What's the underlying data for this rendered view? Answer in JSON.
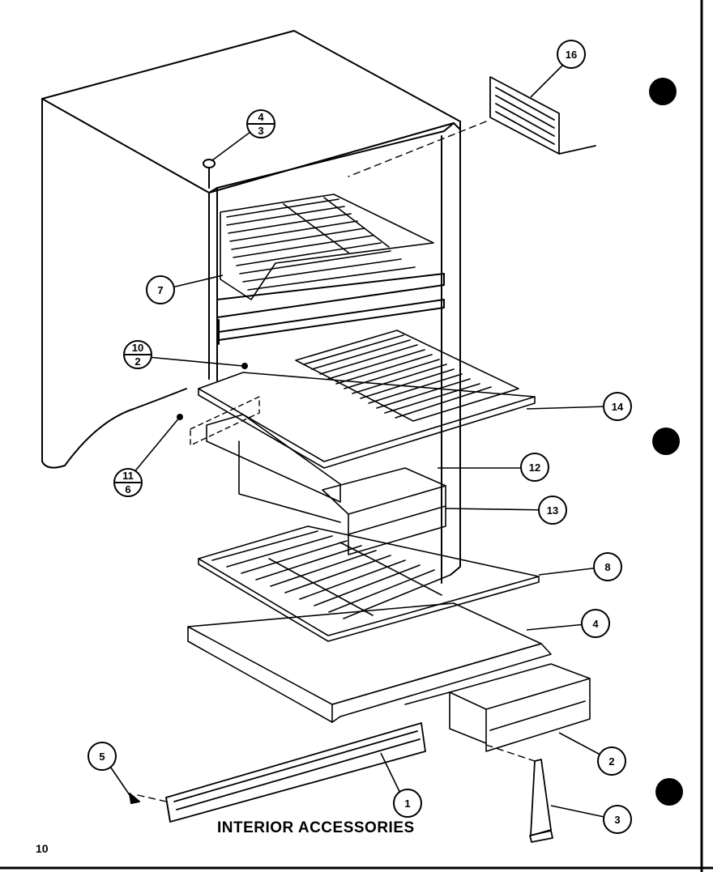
{
  "diagram": {
    "title": "INTERIOR ACCESSORIES",
    "page_number": "10",
    "callouts": [
      {
        "id": "1",
        "label": "1"
      },
      {
        "id": "2",
        "label": "2"
      },
      {
        "id": "3",
        "label": "3"
      },
      {
        "id": "4",
        "label": "4"
      },
      {
        "id": "5",
        "label": "5"
      },
      {
        "id": "7",
        "label": "7"
      },
      {
        "id": "8",
        "label": "8"
      },
      {
        "id": "12",
        "label": "12"
      },
      {
        "id": "13",
        "label": "13"
      },
      {
        "id": "14",
        "label": "14"
      },
      {
        "id": "16",
        "label": "16"
      },
      {
        "id": "4-3",
        "top": "4",
        "bottom": "3"
      },
      {
        "id": "10-2",
        "top": "10",
        "bottom": "2"
      },
      {
        "id": "11-6",
        "top": "11",
        "bottom": "6"
      }
    ]
  }
}
